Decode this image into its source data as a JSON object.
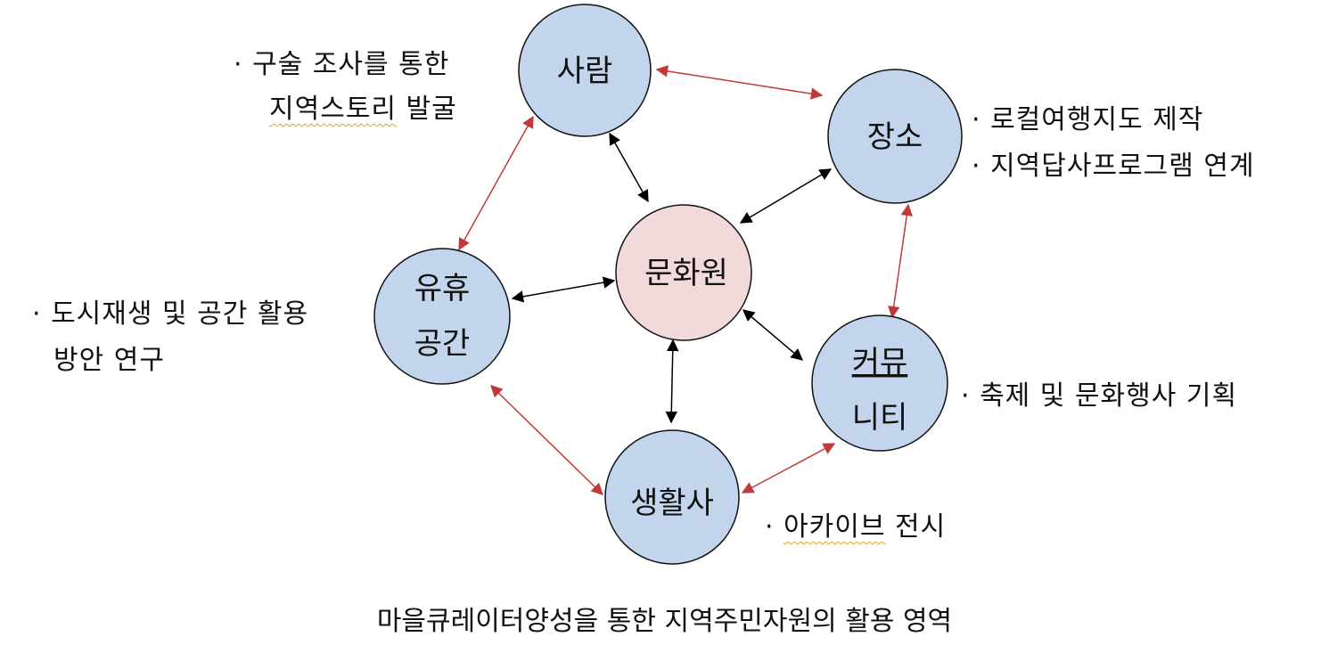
{
  "colors": {
    "node_fill": "#c3d5ec",
    "center_fill": "#f2d9da",
    "node_stroke": "#111111",
    "arrow_black": "#000000",
    "arrow_red": "#c0393b",
    "squiggle": "#e0a020"
  },
  "nodes": {
    "center": {
      "label": "문화원"
    },
    "people": {
      "label": "사람"
    },
    "place": {
      "label": "장소"
    },
    "idle_space": {
      "line1": "유휴",
      "line2": "공간"
    },
    "community": {
      "line1": "커뮤",
      "line2": "니티"
    },
    "life_history": {
      "label": "생활사"
    }
  },
  "notes": {
    "people_line1": "· 구술 조사를 통한",
    "people_line2a": "지역스토리",
    "people_line2b": " 발굴",
    "place_line1": "· 로컬여행지도 제작",
    "place_line2": "· 지역답사프로그램 연계",
    "idle_line1": "· 도시재생 및 공간 활용",
    "idle_line2": "방안 연구",
    "community_line1": "· 축제 및 문화행사 기획",
    "life_prefix": "· ",
    "life_a": "아카이브",
    "life_b": " 전시"
  },
  "caption": "마을큐레이터양성을 통한 지역주민자원의 활용 영역"
}
